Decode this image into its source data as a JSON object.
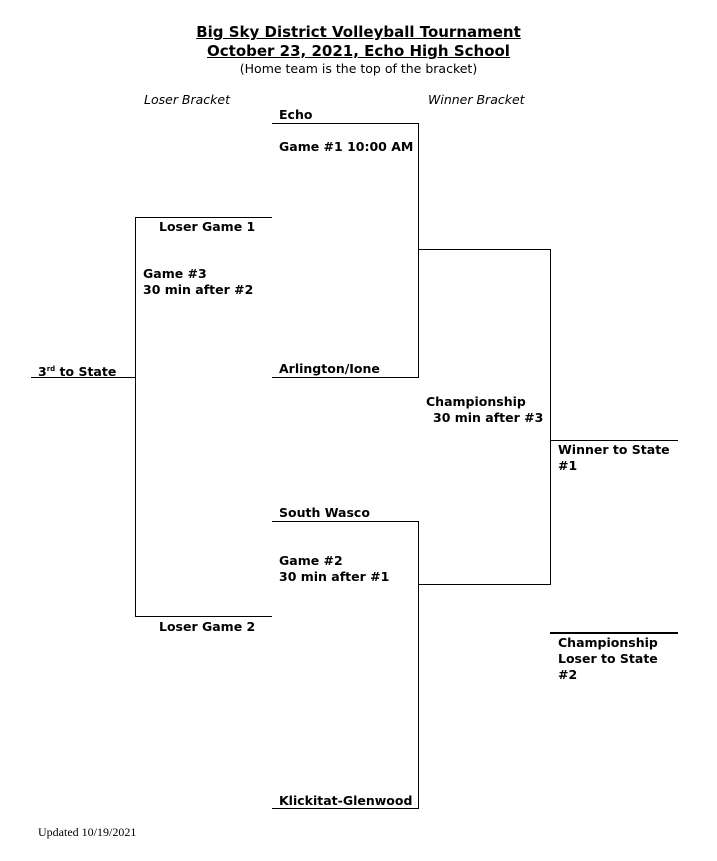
{
  "header": {
    "title": "Big Sky District Volleyball Tournament",
    "date_line": "October 23, 2021, Echo High School",
    "note": "(Home team is the top of the bracket)"
  },
  "labels": {
    "loser_bracket": "Loser Bracket",
    "winner_bracket": "Winner Bracket"
  },
  "winner_bracket": {
    "game1": {
      "top_team": "Echo",
      "info": "Game #1 10:00 AM",
      "bottom_team": "Arlington/Ione"
    },
    "game2": {
      "top_team": "South Wasco",
      "info_line1": "Game #2",
      "info_line2": "30 min after #1",
      "bottom_team": "Klickitat-Glenwood"
    },
    "championship": {
      "line1": "Championship",
      "line2": "30 min after #3"
    },
    "winner": {
      "line1": "Winner to State",
      "line2": "#1"
    },
    "runner_up": {
      "line1": "Championship",
      "line2": "Loser to State",
      "line3": "#2"
    }
  },
  "loser_bracket": {
    "top": "Loser Game 1",
    "info_line1": "Game #3",
    "info_line2": "30 min after #2",
    "bottom": "Loser Game 2",
    "result_prefix": "3",
    "result_sup": "rd",
    "result_suffix": " to State"
  },
  "footer": {
    "updated": "Updated 10/19/2021"
  }
}
